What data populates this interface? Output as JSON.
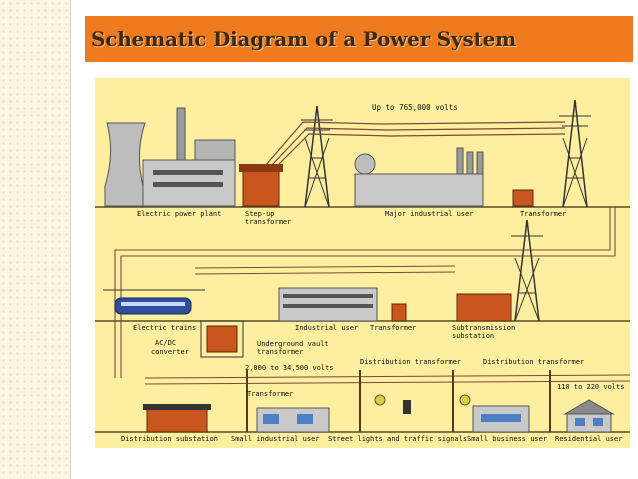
{
  "slide": {
    "title": "Schematic Diagram of a Power System"
  },
  "diagram": {
    "voltage_high": "Up to 765,000 volts",
    "voltage_mid": "2,000 to 34,500 volts",
    "voltage_low": "110 to 220 volts",
    "row1": {
      "plant": "Electric power plant",
      "stepup_1": "Step-up",
      "stepup_2": "transformer",
      "industrial": "Major industrial user",
      "transformer": "Transformer"
    },
    "row2": {
      "trains": "Electric trains",
      "acdc_1": "AC/DC",
      "acdc_2": "converter",
      "vault_1": "Underground vault",
      "vault_2": "transformer",
      "industrial_user": "Industrial user",
      "transformer": "Transformer",
      "subtrans_1": "Subtransmission",
      "subtrans_2": "substation"
    },
    "row3": {
      "dist_transformer_a": "Distribution transformer",
      "dist_transformer_b": "Distribution transformer",
      "transformer": "Transformer",
      "dist_substation": "Distribution substation",
      "small_industrial": "Small industrial user",
      "street_lights": "Street lights and traffic signals",
      "small_business": "Small business user",
      "residential": "Residential user"
    },
    "colors": {
      "background": "#fdeea0",
      "ground": "#7a5a2a",
      "wire_high": "#7a4a3a",
      "transformer": "#c8561e",
      "building": "#cfcfcf"
    }
  }
}
